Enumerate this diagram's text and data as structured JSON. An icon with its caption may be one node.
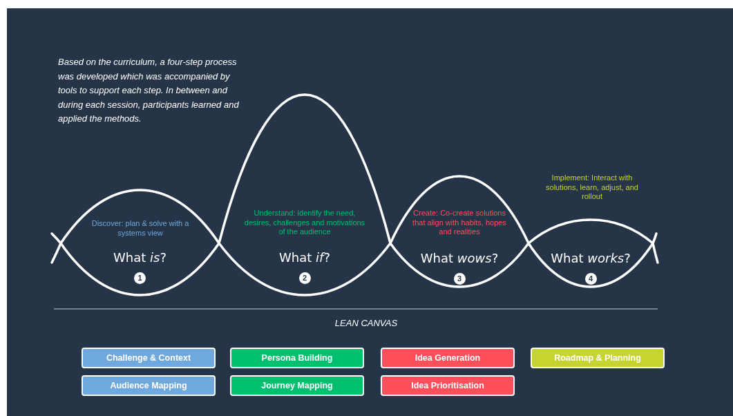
{
  "diagram": {
    "nodes": [
      {
        "text": [
          "Discover: plan & solve with a systems view",
          "What *is*?",
          "1"
        ]
      },
      {
        "text": [
          "Understand: identify the need, desires, challenges and motivations of  the audience",
          "What *if*?",
          "2"
        ]
      },
      {
        "text": [
          "Create: Co-create solutions that align with habits, hopes and realities",
          "What *wows*?",
          "3"
        ]
      },
      {
        "text": [
          "What *works*?",
          "4"
        ],
        "beside": [
          "Implement: Interact with solutions, learn, adjust, and rollout"
        ]
      },
      {
        "text": [
          "Challenge & Context"
        ]
      },
      {
        "text": [
          "Persona Building"
        ]
      },
      {
        "text": [
          "Idea Generation"
        ]
      },
      {
        "text": [
          "Roadmap & Planning"
        ]
      },
      {
        "text": [
          "Audience Mapping"
        ]
      },
      {
        "text": [
          "Journey Mapping"
        ]
      },
      {
        "text": [
          "Idea Prioritisation"
        ]
      }
    ],
    "edges": [],
    "labels": [
      "Based on the curriculum, a four-step process was developed which was accompanied by tools to support each step.  In between and during each session, participants learned and applied the methods.",
      "LEAN CANVAS"
    ]
  }
}
